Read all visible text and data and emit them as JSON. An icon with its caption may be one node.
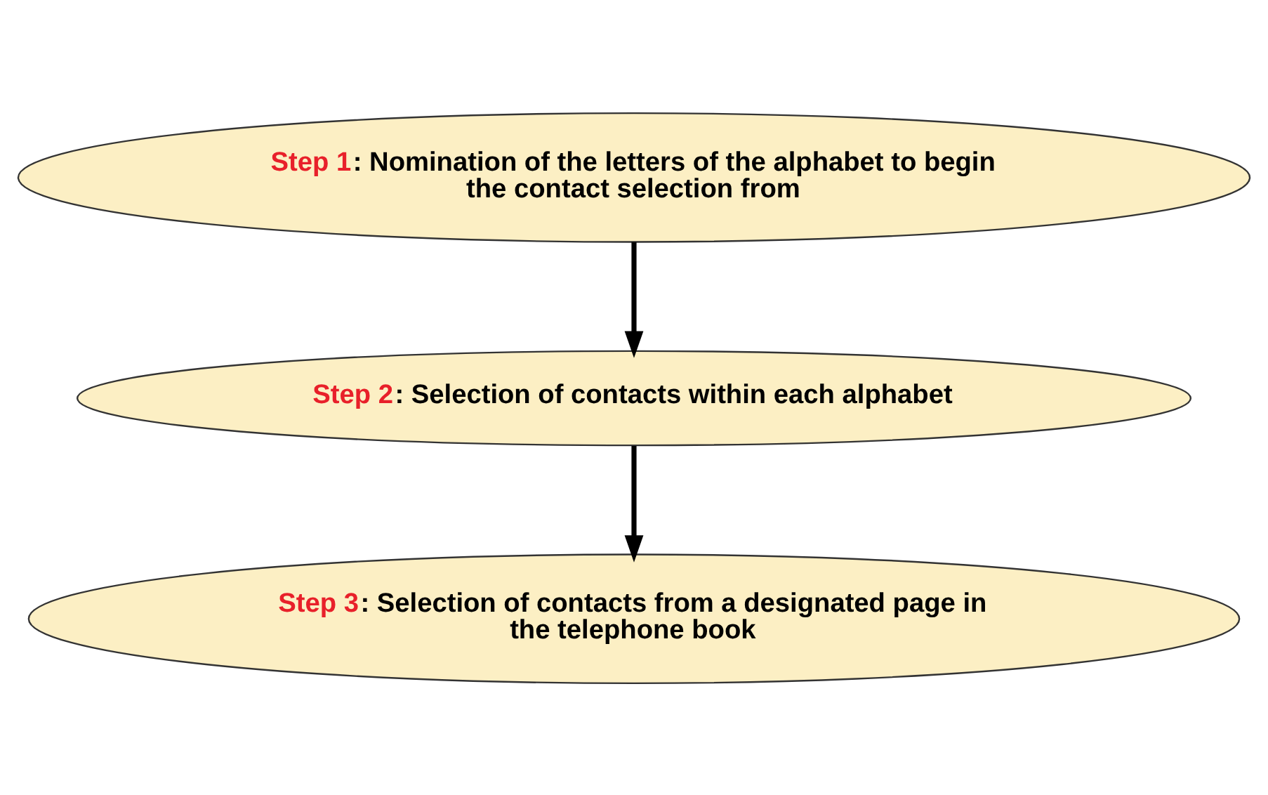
{
  "diagram": {
    "nodes": [
      {
        "text": [
          "Step 1: Nomination of the letters of the alphabet to begin the contact selection from"
        ]
      },
      {
        "text": [
          "Step 2: Selection of contacts within each alphabet"
        ]
      },
      {
        "text": [
          "Step 3: Selection of contacts from a designated page in the telephone book"
        ]
      }
    ],
    "edges": [
      {
        "from": 0,
        "to": 1,
        "arrow": "to"
      },
      {
        "from": 1,
        "to": 2,
        "arrow": "to"
      }
    ]
  }
}
